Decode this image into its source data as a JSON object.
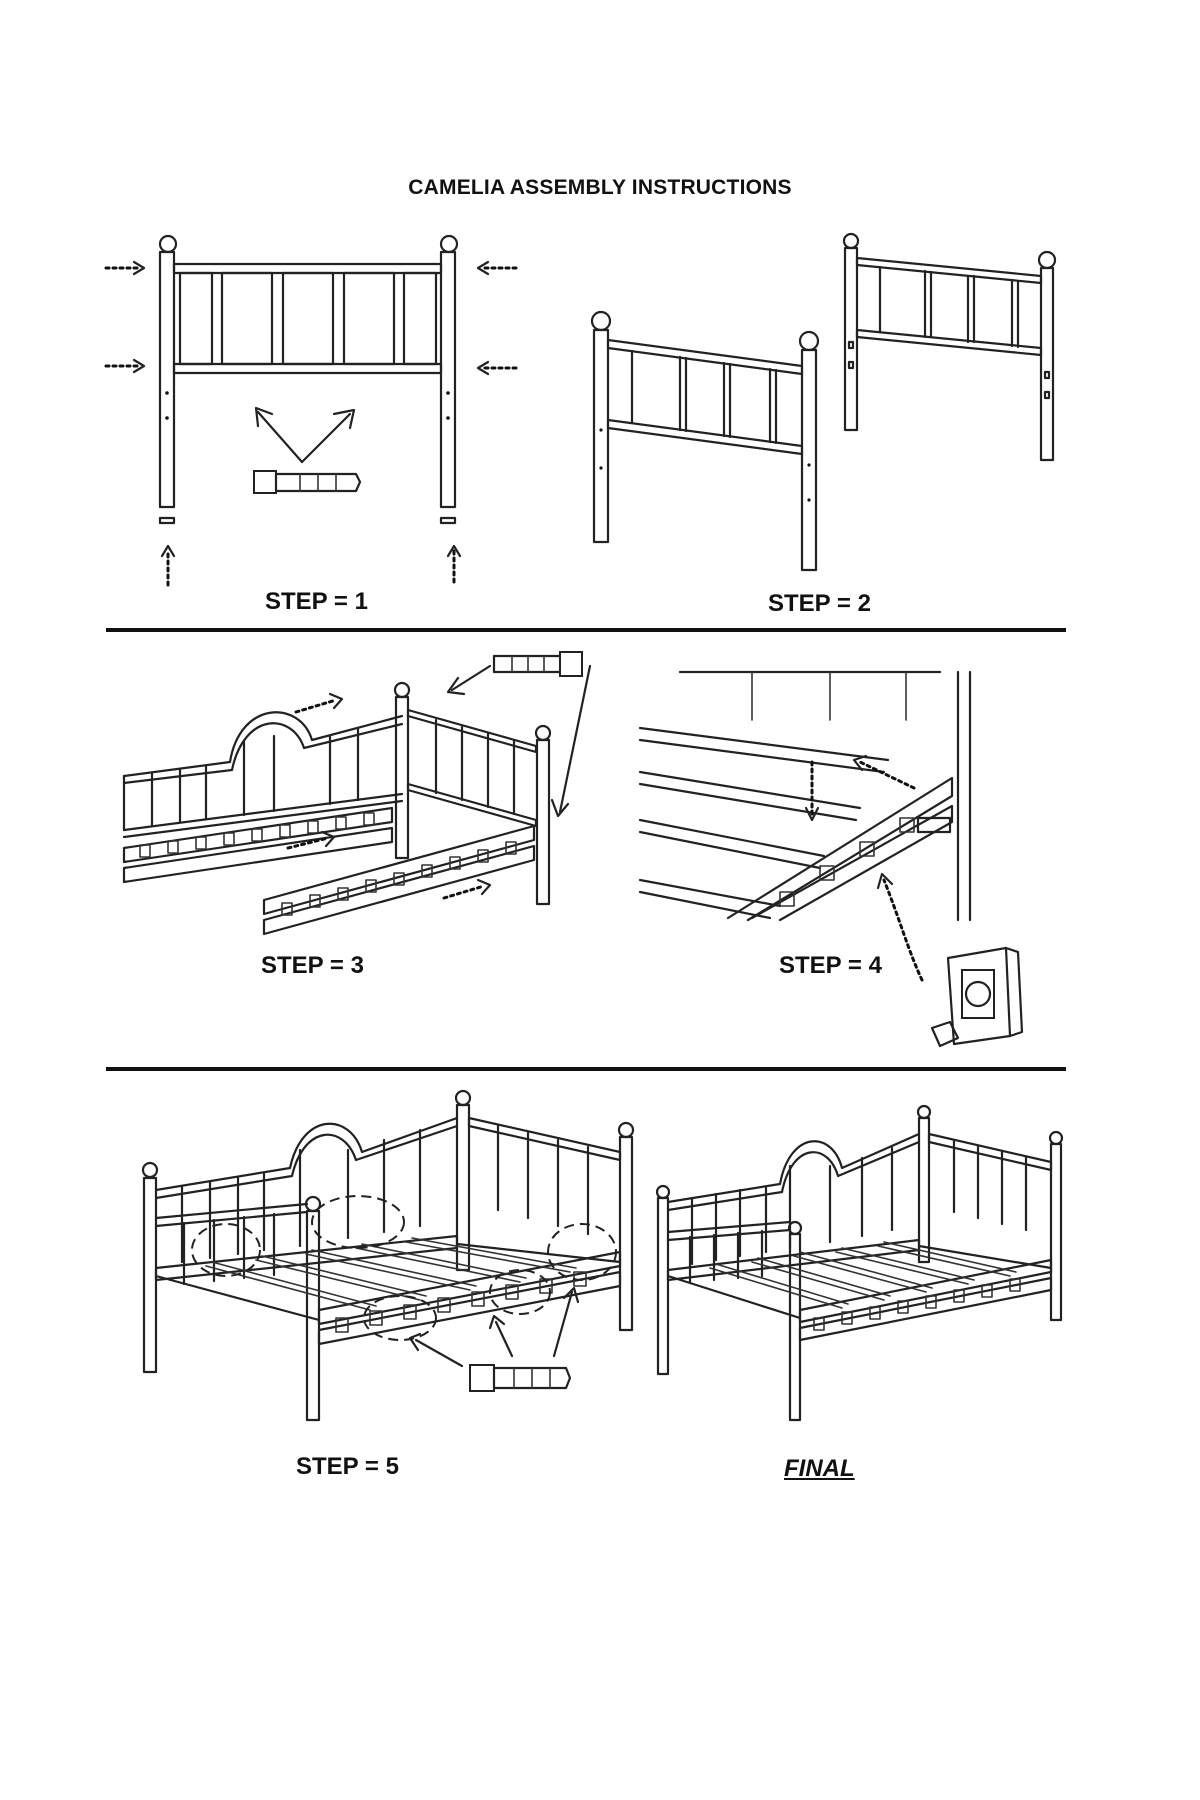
{
  "document": {
    "title": "CAMELIA ASSEMBLY INSTRUCTIONS"
  },
  "steps": [
    {
      "label": "STEP = 1"
    },
    {
      "label": "STEP = 2"
    },
    {
      "label": "STEP = 3"
    },
    {
      "label": "STEP = 4"
    },
    {
      "label": "STEP = 5"
    },
    {
      "label": "FINAL"
    }
  ],
  "icons": [
    "bolt-icon",
    "bracket-icon",
    "dotted-arrow-icon"
  ]
}
